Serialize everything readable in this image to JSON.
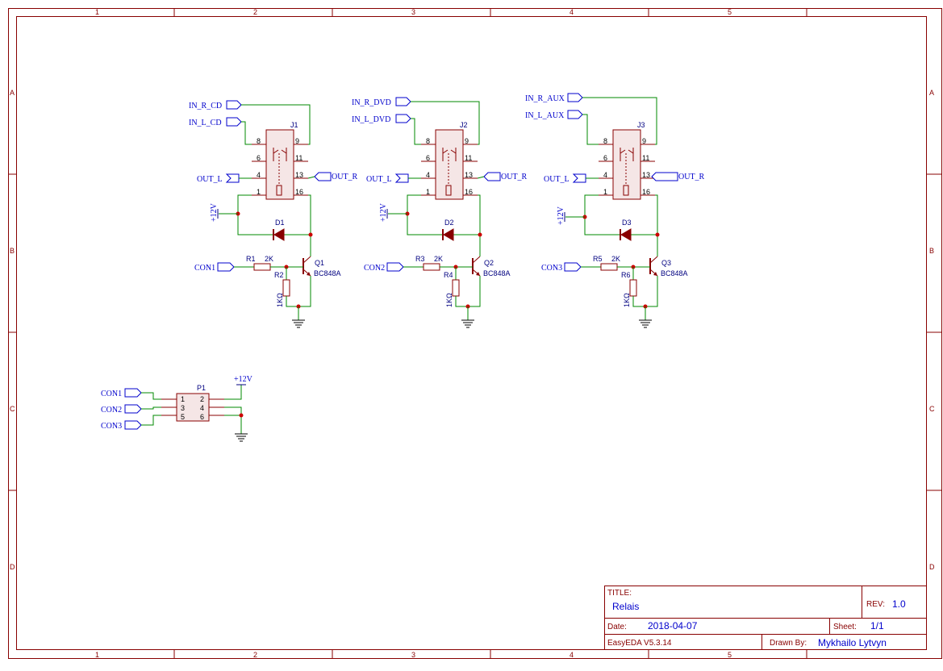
{
  "zones": {
    "columns": [
      "1",
      "2",
      "3",
      "4",
      "5"
    ],
    "rows": [
      "A",
      "B",
      "C",
      "D"
    ]
  },
  "channels": [
    {
      "relay": "J1",
      "diode": "D1",
      "transistor": "Q1",
      "transistor_type": "BC848A",
      "r_base": "R1",
      "r_base_value": "2K",
      "r_pull": "R2",
      "r_pull_value": "1KΩ",
      "in_r": "IN_R_CD",
      "in_l": "IN_L_CD",
      "out_l": "OUT_L",
      "out_r": "OUT_R",
      "supply": "+12V",
      "control": "CON1",
      "pins": [
        "8",
        "9",
        "6",
        "11",
        "4",
        "13",
        "1",
        "16"
      ]
    },
    {
      "relay": "J2",
      "diode": "D2",
      "transistor": "Q2",
      "transistor_type": "BC848A",
      "r_base": "R3",
      "r_base_value": "2K",
      "r_pull": "R4",
      "r_pull_value": "1KΩ",
      "in_r": "IN_R_DVD",
      "in_l": "IN_L_DVD",
      "out_l": "OUT_L",
      "out_r": "OUT_R",
      "supply": "+12V",
      "control": "CON2",
      "pins": [
        "8",
        "9",
        "6",
        "11",
        "4",
        "13",
        "1",
        "16"
      ]
    },
    {
      "relay": "J3",
      "diode": "D3",
      "transistor": "Q3",
      "transistor_type": "BC848A",
      "r_base": "R5",
      "r_base_value": "2K",
      "r_pull": "R6",
      "r_pull_value": "1KΩ",
      "in_r": "IN_R_AUX",
      "in_l": "IN_L_AUX",
      "out_l": "OUT_L",
      "out_r": "OUT_R",
      "supply": "+12V",
      "control": "CON3",
      "pins": [
        "8",
        "9",
        "6",
        "11",
        "4",
        "13",
        "1",
        "16"
      ]
    }
  ],
  "connector": {
    "ref": "P1",
    "supply": "+12V",
    "nets": [
      "CON1",
      "CON2",
      "CON3"
    ],
    "pins": [
      "1",
      "2",
      "3",
      "4",
      "5",
      "6"
    ]
  },
  "title_block": {
    "title_label": "TITLE:",
    "title": "Relais",
    "rev_label": "REV:",
    "rev": "1.0",
    "date_label": "Date:",
    "date": "2018-04-07",
    "sheet_label": "Sheet:",
    "sheet": "1/1",
    "tool": "EasyEDA V5.3.14",
    "drawn_by_label": "Drawn By:",
    "drawn_by": "Mykhailo Lytvyn"
  }
}
